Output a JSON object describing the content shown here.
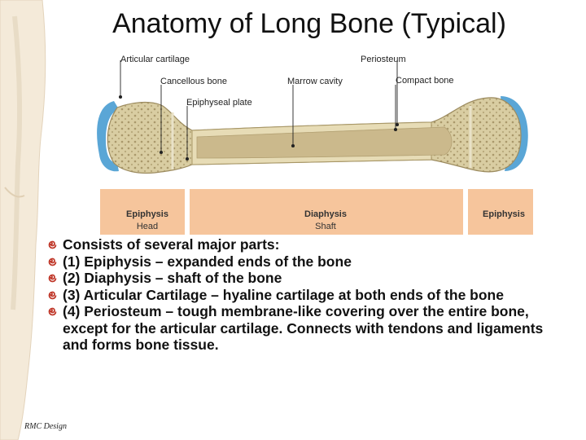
{
  "slide": {
    "title": "Anatomy of Long Bone (Typical)",
    "credit": "RMC Design"
  },
  "figure": {
    "callouts": {
      "articular_cartilage": "Articular cartilage",
      "periosteum": "Periosteum",
      "cancellous_bone": "Cancellous bone",
      "marrow_cavity": "Marrow cavity",
      "compact_bone": "Compact bone",
      "epiphyseal_plate": "Epiphyseal plate"
    },
    "regions": {
      "left": {
        "name": "Epiphysis",
        "sub": "Head"
      },
      "middle": {
        "name": "Diaphysis",
        "sub": "Shaft"
      },
      "right": {
        "name": "Epiphysis",
        "sub": ""
      }
    },
    "colors": {
      "cartilage": "#5aa6d6",
      "bone": "#d9cda2",
      "marrow": "#cbb98c",
      "band": "#f6c59c",
      "bullet": "#c0392b"
    }
  },
  "bullets": [
    "Consists of several major parts:",
    "(1) Epiphysis – expanded ends of the bone",
    "(2) Diaphysis – shaft of the bone",
    "(3) Articular Cartilage – hyaline cartilage at both ends of the bone",
    "(4) Periosteum – tough membrane-like covering over the entire bone, except for the articular cartilage.  Connects with tendons and ligaments and forms bone tissue."
  ]
}
